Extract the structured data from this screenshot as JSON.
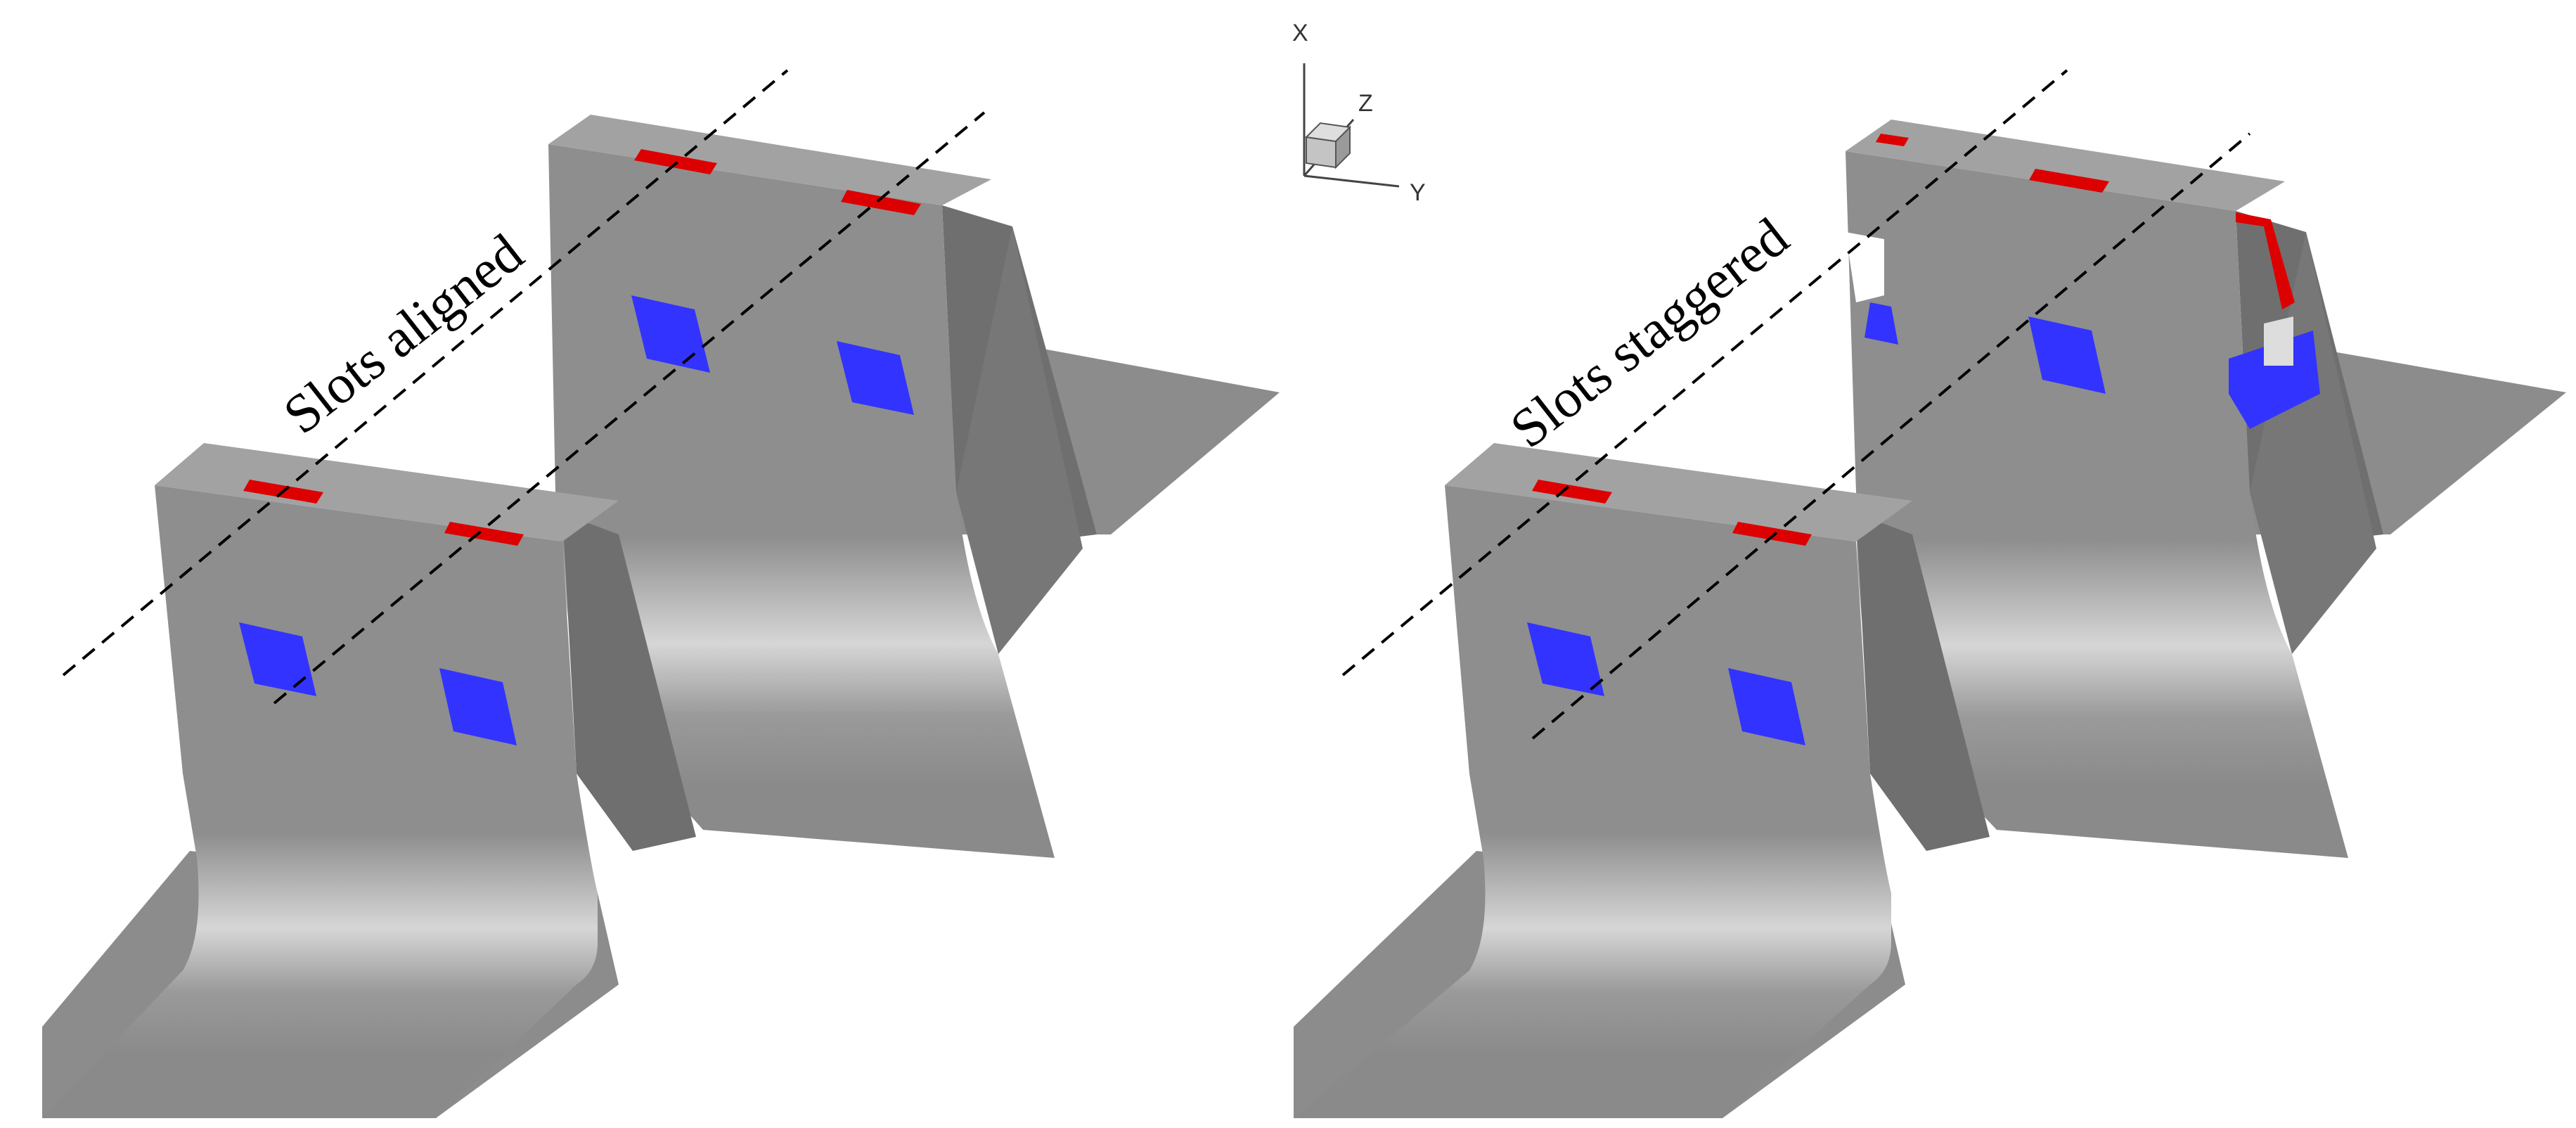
{
  "panels": [
    {
      "label": "Slots aligned"
    },
    {
      "label": "Slots staggered"
    }
  ],
  "axes_triad": {
    "x": "X",
    "y": "Y",
    "z": "Z"
  },
  "colors": {
    "fin_front": "#8e8e8e",
    "fin_top": "#9c9c9c",
    "fin_side": "#6f6f6f",
    "floor": "#8c8c8c",
    "slot_face": "#3333ff",
    "slot_top": "#dd0000",
    "dash_line": "#000000"
  }
}
